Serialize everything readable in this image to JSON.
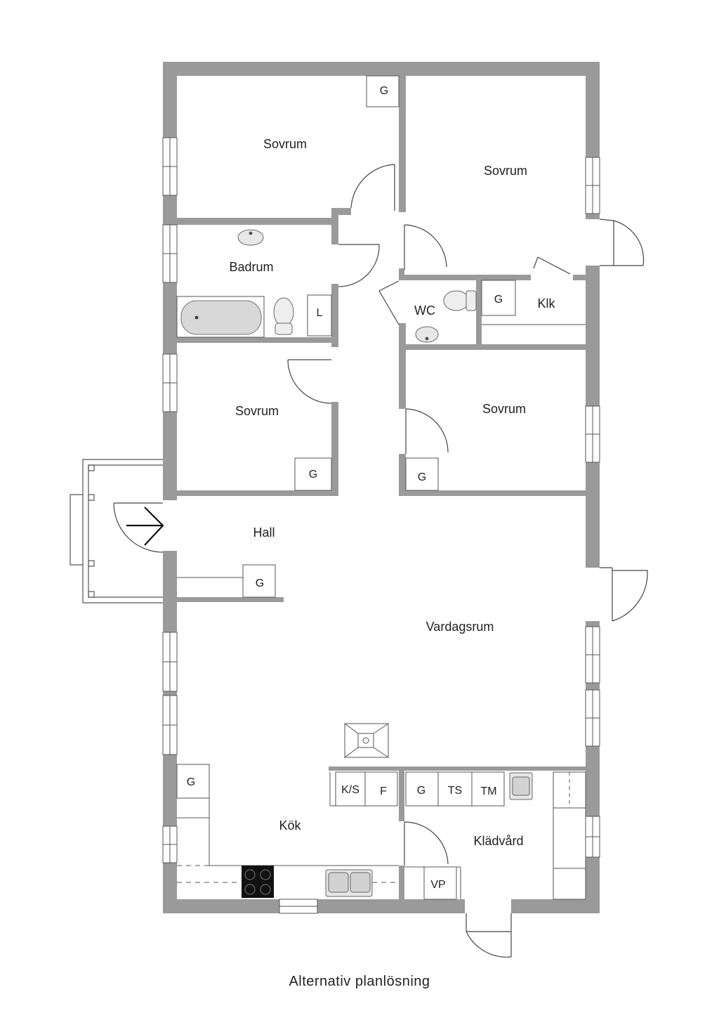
{
  "caption": "Alternativ planlösning",
  "colors": {
    "wall": "#9a9a9a",
    "line": "#555555",
    "background": "#ffffff"
  },
  "rooms": {
    "sovrum_nw": "Sovrum",
    "sovrum_ne": "Sovrum",
    "badrum": "Badrum",
    "wc": "WC",
    "klk": "Klk",
    "sovrum_w": "Sovrum",
    "sovrum_e": "Sovrum",
    "hall": "Hall",
    "vardagsrum": "Vardagsrum",
    "kok": "Kök",
    "kladvard": "Klädvård"
  },
  "fixtures": {
    "g": "G",
    "l": "L",
    "ks": "K/S",
    "f": "F",
    "ts": "TS",
    "tm": "TM",
    "vp": "VP"
  },
  "icons": [
    "entrance-arrow-icon",
    "bathtub-icon",
    "sink-icon",
    "toilet-icon",
    "stove-icon",
    "double-sink-icon",
    "fireplace-icon",
    "door-swing-icon",
    "window-icon"
  ]
}
